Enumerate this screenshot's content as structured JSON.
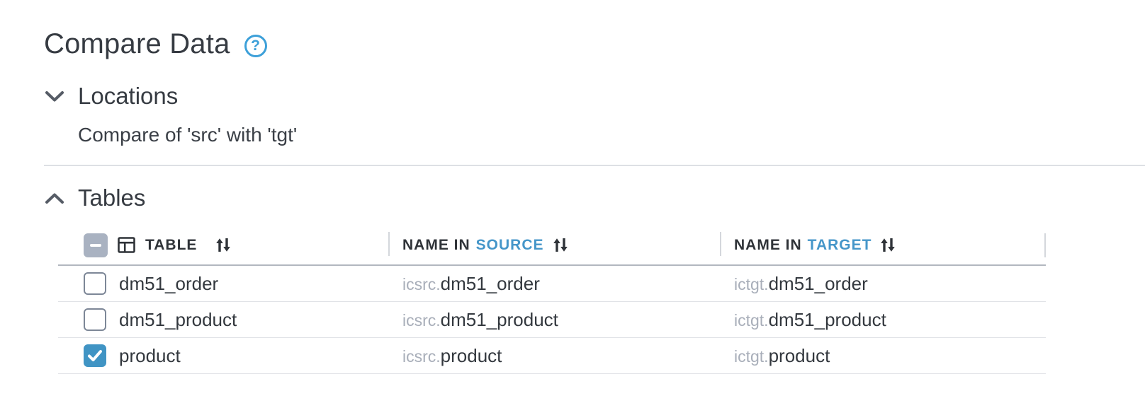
{
  "header": {
    "title": "Compare Data",
    "help_symbol": "?"
  },
  "locations": {
    "label": "Locations",
    "description": "Compare of 'src' with 'tgt'",
    "expanded": true
  },
  "tables_section": {
    "label": "Tables",
    "expanded": true
  },
  "table": {
    "select_all_indeterminate": true,
    "columns": {
      "table": {
        "label": "TABLE"
      },
      "source": {
        "prefix": "NAME IN",
        "highlight": "SOURCE"
      },
      "target": {
        "prefix": "NAME IN",
        "highlight": "TARGET"
      }
    },
    "rows": [
      {
        "selected": false,
        "name": "dm51_order",
        "source_schema": "icsrc.",
        "source_name": "dm51_order",
        "target_schema": "ictgt.",
        "target_name": "dm51_order"
      },
      {
        "selected": false,
        "name": "dm51_product",
        "source_schema": "icsrc.",
        "source_name": "dm51_product",
        "target_schema": "ictgt.",
        "target_name": "dm51_product"
      },
      {
        "selected": true,
        "name": "product",
        "source_schema": "icsrc.",
        "source_name": "product",
        "target_schema": "ictgt.",
        "target_name": "product"
      }
    ]
  },
  "colors": {
    "accent_blue": "#4596c9",
    "checkbox_checked": "#4094c4",
    "prefix_gray": "#a8aeb9",
    "help_blue": "#3da0d9"
  }
}
